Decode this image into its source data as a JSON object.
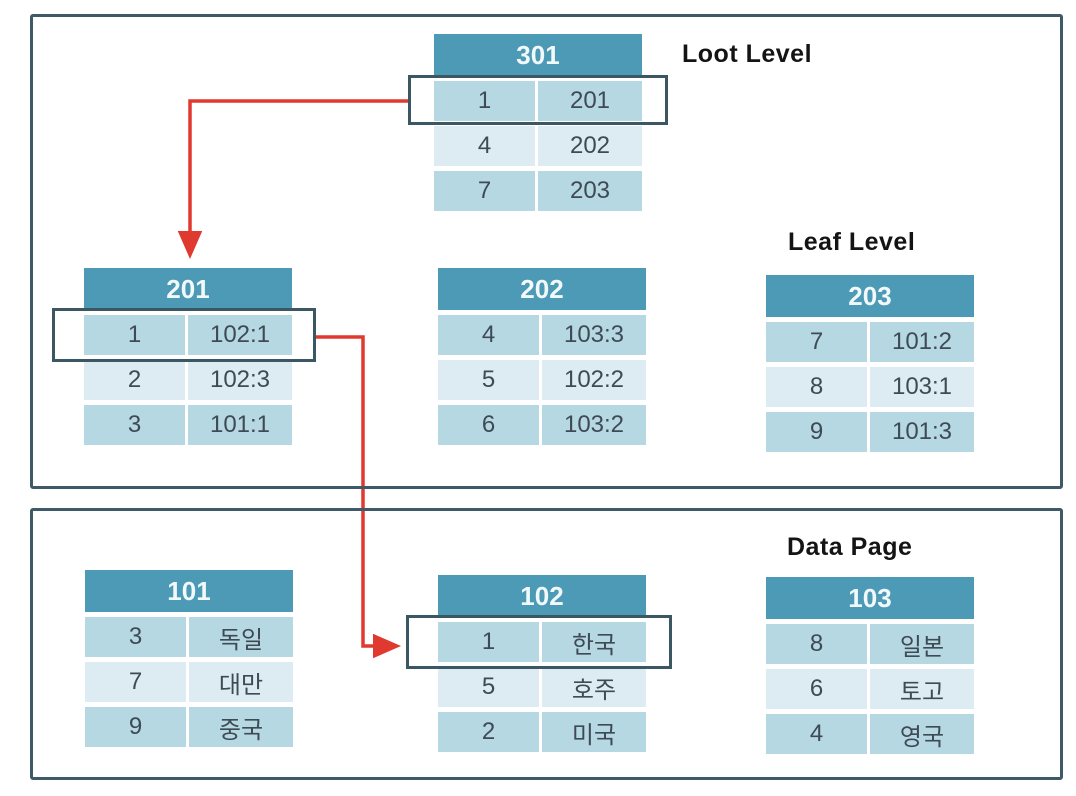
{
  "labels": {
    "root_level": "Loot Level",
    "leaf_level": "Leaf Level",
    "data_page": "Data Page"
  },
  "tables": [
    {
      "id": "301",
      "level": "root",
      "rows": [
        [
          "1",
          "201"
        ],
        [
          "4",
          "202"
        ],
        [
          "7",
          "203"
        ]
      ]
    },
    {
      "id": "201",
      "level": "leaf",
      "rows": [
        [
          "1",
          "102:1"
        ],
        [
          "2",
          "102:3"
        ],
        [
          "3",
          "101:1"
        ]
      ]
    },
    {
      "id": "202",
      "level": "leaf",
      "rows": [
        [
          "4",
          "103:3"
        ],
        [
          "5",
          "102:2"
        ],
        [
          "6",
          "103:2"
        ]
      ]
    },
    {
      "id": "203",
      "level": "leaf",
      "rows": [
        [
          "7",
          "101:2"
        ],
        [
          "8",
          "103:1"
        ],
        [
          "9",
          "101:3"
        ]
      ]
    },
    {
      "id": "101",
      "level": "data",
      "rows": [
        [
          "3",
          "독일"
        ],
        [
          "7",
          "대만"
        ],
        [
          "9",
          "중국"
        ]
      ]
    },
    {
      "id": "102",
      "level": "data",
      "rows": [
        [
          "1",
          "한국"
        ],
        [
          "5",
          "호주"
        ],
        [
          "2",
          "미국"
        ]
      ]
    },
    {
      "id": "103",
      "level": "data",
      "rows": [
        [
          "8",
          "일본"
        ],
        [
          "6",
          "토고"
        ],
        [
          "4",
          "영국"
        ]
      ]
    }
  ],
  "highlighted_rows": [
    {
      "table": "301",
      "row": [
        "1",
        "201"
      ]
    },
    {
      "table": "201",
      "row": [
        "1",
        "102:1"
      ]
    },
    {
      "table": "102",
      "row": [
        "1",
        "한국"
      ]
    }
  ],
  "connections": [
    {
      "from": "301 row (1, 201)",
      "to": "page 201"
    },
    {
      "from": "201 row (1, 102:1)",
      "to": "page 102 row (1, 한국)"
    }
  ],
  "colors": {
    "header_bg": "#4d9ab6",
    "row_dark": "#b6d8e3",
    "row_light": "#dcecf2",
    "cell_text": "#3e4a54",
    "frame_border": "#3e5a66",
    "highlight_border": "#3b5763",
    "arrow": "#e0392f"
  }
}
